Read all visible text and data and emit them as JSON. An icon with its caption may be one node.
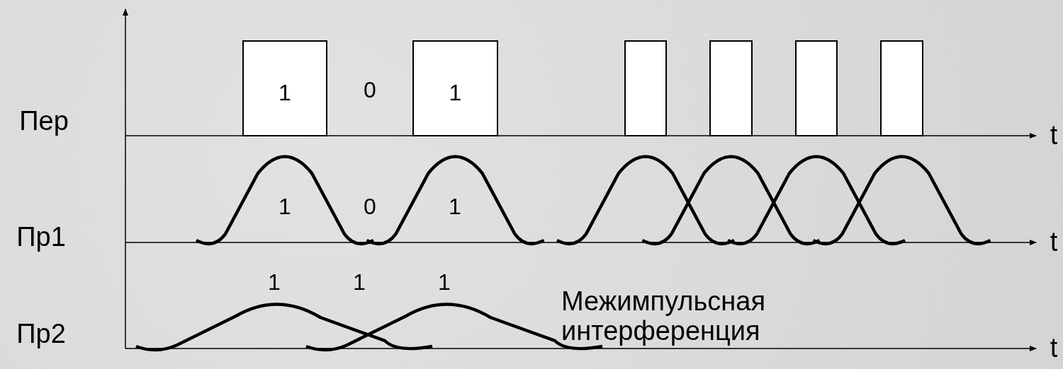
{
  "diagram": {
    "nodes": [
      {
        "text": [
          "1"
        ]
      },
      {
        "text": [
          "1"
        ]
      },
      {
        "text": [],
        "shape": "box"
      },
      {
        "text": [],
        "shape": "box"
      },
      {
        "text": [],
        "shape": "box"
      },
      {
        "text": [],
        "shape": "box"
      }
    ],
    "labels": [
      "0",
      "Пер",
      "t",
      "1",
      "0",
      "1",
      "Пр1",
      "t",
      "1",
      "1",
      "1",
      "Межимпульсная интерференция",
      "Пр2",
      "t"
    ]
  }
}
